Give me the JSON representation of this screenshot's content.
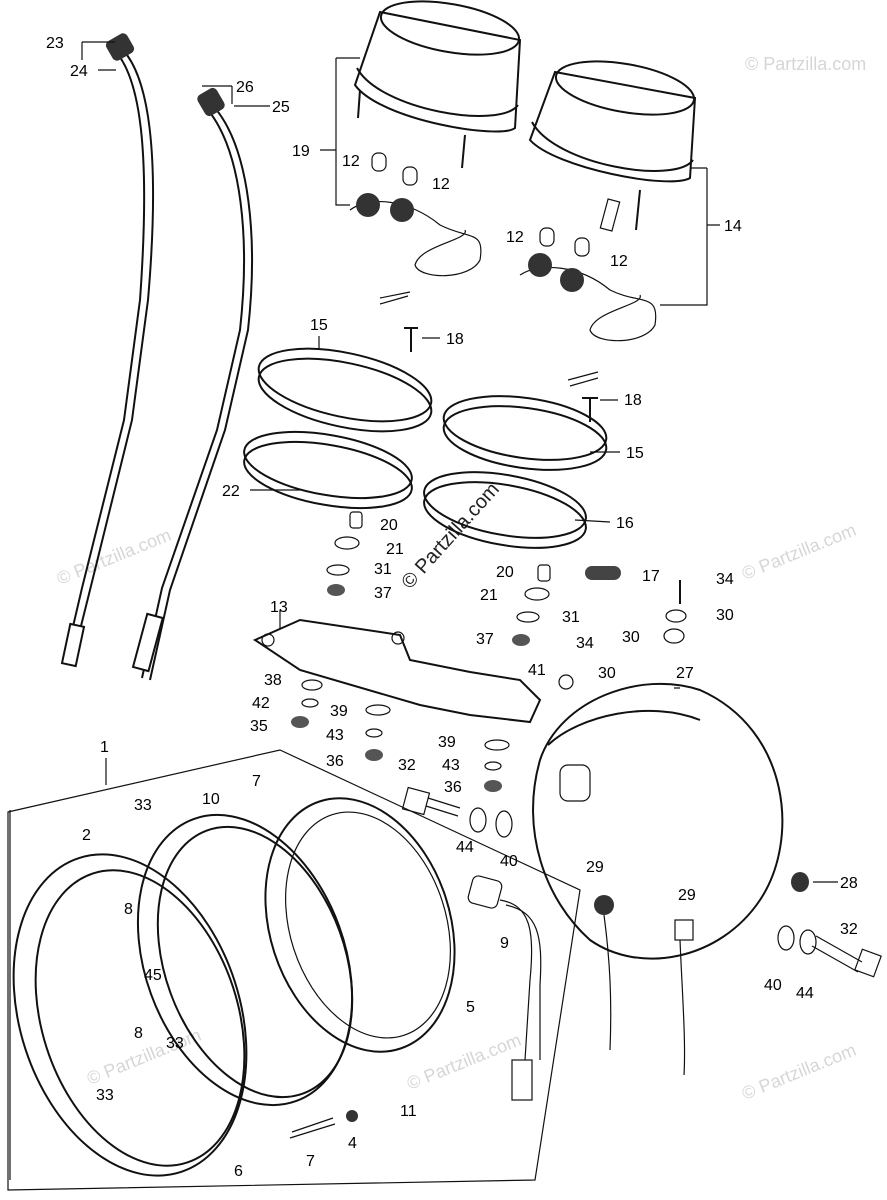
{
  "watermark": "© Partzilla.com",
  "callouts": [
    {
      "id": "c23",
      "text": "23"
    },
    {
      "id": "c24",
      "text": "24"
    },
    {
      "id": "c26",
      "text": "26"
    },
    {
      "id": "c25",
      "text": "25"
    },
    {
      "id": "c19",
      "text": "19"
    },
    {
      "id": "c12a",
      "text": "12"
    },
    {
      "id": "c12b",
      "text": "12"
    },
    {
      "id": "c14",
      "text": "14"
    },
    {
      "id": "c12c",
      "text": "12"
    },
    {
      "id": "c12d",
      "text": "12"
    },
    {
      "id": "c15a",
      "text": "15"
    },
    {
      "id": "c18a",
      "text": "18"
    },
    {
      "id": "c18b",
      "text": "18"
    },
    {
      "id": "c15b",
      "text": "15"
    },
    {
      "id": "c22",
      "text": "22"
    },
    {
      "id": "c16",
      "text": "16"
    },
    {
      "id": "c20a",
      "text": "20"
    },
    {
      "id": "c21a",
      "text": "21"
    },
    {
      "id": "c31a",
      "text": "31"
    },
    {
      "id": "c37a",
      "text": "37"
    },
    {
      "id": "c20b",
      "text": "20"
    },
    {
      "id": "c21b",
      "text": "21"
    },
    {
      "id": "c17",
      "text": "17"
    },
    {
      "id": "c34a",
      "text": "34"
    },
    {
      "id": "c30a",
      "text": "30"
    },
    {
      "id": "c31b",
      "text": "31"
    },
    {
      "id": "c37b",
      "text": "37"
    },
    {
      "id": "c34b",
      "text": "34"
    },
    {
      "id": "c30b",
      "text": "30"
    },
    {
      "id": "c13",
      "text": "13"
    },
    {
      "id": "c41",
      "text": "41"
    },
    {
      "id": "c30c",
      "text": "30"
    },
    {
      "id": "c27",
      "text": "27"
    },
    {
      "id": "c38",
      "text": "38"
    },
    {
      "id": "c42",
      "text": "42"
    },
    {
      "id": "c39a",
      "text": "39"
    },
    {
      "id": "c35",
      "text": "35"
    },
    {
      "id": "c43a",
      "text": "43"
    },
    {
      "id": "c39b",
      "text": "39"
    },
    {
      "id": "c36a",
      "text": "36"
    },
    {
      "id": "c43b",
      "text": "43"
    },
    {
      "id": "c1",
      "text": "1"
    },
    {
      "id": "c32a",
      "text": "32"
    },
    {
      "id": "c7a",
      "text": "7"
    },
    {
      "id": "c36b",
      "text": "36"
    },
    {
      "id": "c33a",
      "text": "33"
    },
    {
      "id": "c10",
      "text": "10"
    },
    {
      "id": "c2",
      "text": "2"
    },
    {
      "id": "c44a",
      "text": "44"
    },
    {
      "id": "c40a",
      "text": "40"
    },
    {
      "id": "c29a",
      "text": "29"
    },
    {
      "id": "c28",
      "text": "28"
    },
    {
      "id": "c9",
      "text": "9"
    },
    {
      "id": "c29b",
      "text": "29"
    },
    {
      "id": "c8a",
      "text": "8"
    },
    {
      "id": "c32b",
      "text": "32"
    },
    {
      "id": "c45",
      "text": "45"
    },
    {
      "id": "c5",
      "text": "5"
    },
    {
      "id": "c40b",
      "text": "40"
    },
    {
      "id": "c44b",
      "text": "44"
    },
    {
      "id": "c8b",
      "text": "8"
    },
    {
      "id": "c33b",
      "text": "33"
    },
    {
      "id": "c33c",
      "text": "33"
    },
    {
      "id": "c11",
      "text": "11"
    },
    {
      "id": "c4",
      "text": "4"
    },
    {
      "id": "c6",
      "text": "6"
    },
    {
      "id": "c7b",
      "text": "7"
    }
  ]
}
